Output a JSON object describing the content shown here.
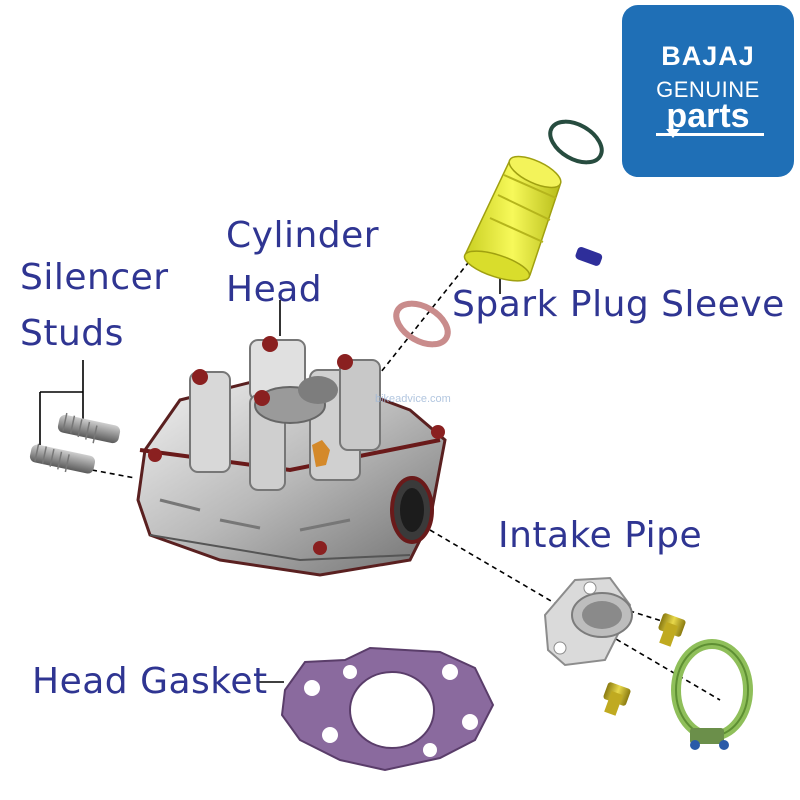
{
  "logo": {
    "line1": "BAJAJ",
    "line2": "GENUINE",
    "line3": "parts",
    "color": "#1f6fb6"
  },
  "labels": {
    "silencer_studs_1": "Silencer",
    "silencer_studs_2": "Studs",
    "cylinder_head_1": "Cylinder",
    "cylinder_head_2": "Head",
    "spark_plug_sleeve": "Spark Plug Sleeve",
    "intake_pipe": "Intake Pipe",
    "head_gasket": "Head Gasket"
  },
  "watermark": "bikeadvice.com",
  "colors": {
    "label_text": "#2f3592",
    "leader_line": "#000000",
    "sleeve": "#e8ee3a",
    "gasket": "#7b5b8e",
    "clamp": "#8fbf5a"
  }
}
